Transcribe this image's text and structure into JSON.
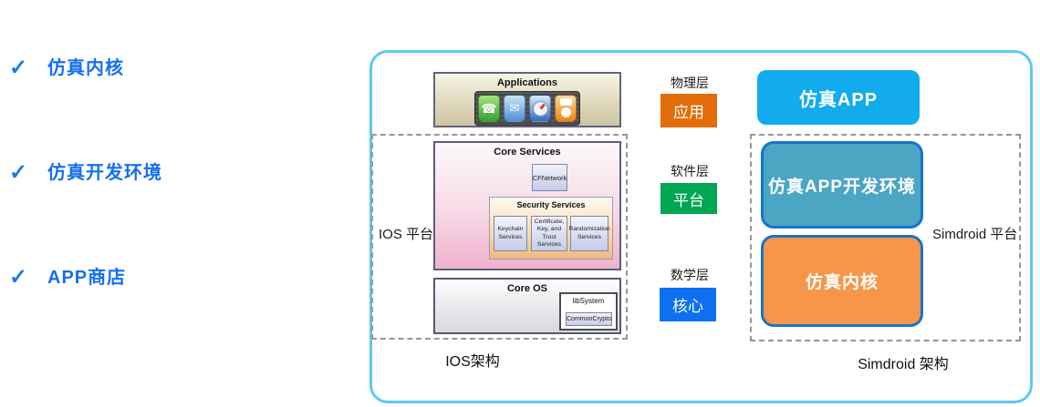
{
  "sidebar": {
    "check_glyph": "✓",
    "text_color": "#156ff0",
    "items": [
      {
        "label": "仿真内核"
      },
      {
        "label": "仿真开发环境"
      },
      {
        "label": "APP商店"
      }
    ]
  },
  "panel": {
    "border_color": "#5ec9f2"
  },
  "ios": {
    "platform_label": "IOS 平台",
    "caption": "IOS架构",
    "applications": {
      "title": "Applications",
      "icons": [
        "phone-icon",
        "mail-icon",
        "safari-compass-icon",
        "ipod-icon"
      ]
    },
    "core_services": {
      "title": "Core Services",
      "cfnetwork_label": "CFNetwork",
      "security": {
        "title": "Security Services",
        "items": [
          {
            "label": "Keychain Services"
          },
          {
            "label": "Certificate, Key, and Trust Services"
          },
          {
            "label": "Randomization Services"
          }
        ]
      }
    },
    "core_os": {
      "title": "Core OS",
      "libsystem_label": "libSystem",
      "commoncrypto_label": "CommonCrypto"
    }
  },
  "layers": {
    "physical": {
      "name": "物理层",
      "tag": "应用",
      "color": "#e36c0a"
    },
    "software": {
      "name": "软件层",
      "tag": "平台",
      "color": "#00a651"
    },
    "math": {
      "name": "数学层",
      "tag": "核心",
      "color": "#0d70f0"
    }
  },
  "simdroid": {
    "app_label": "仿真APP",
    "app_color": "#12acee",
    "dev_env_label": "仿真APP开发环境",
    "dev_env_color": "#4ba6c4",
    "kernel_label": "仿真内核",
    "kernel_color": "#f79649",
    "box_border_color": "#1774cc",
    "platform_label": "Simdroid 平台",
    "caption": "Simdroid 架构"
  }
}
